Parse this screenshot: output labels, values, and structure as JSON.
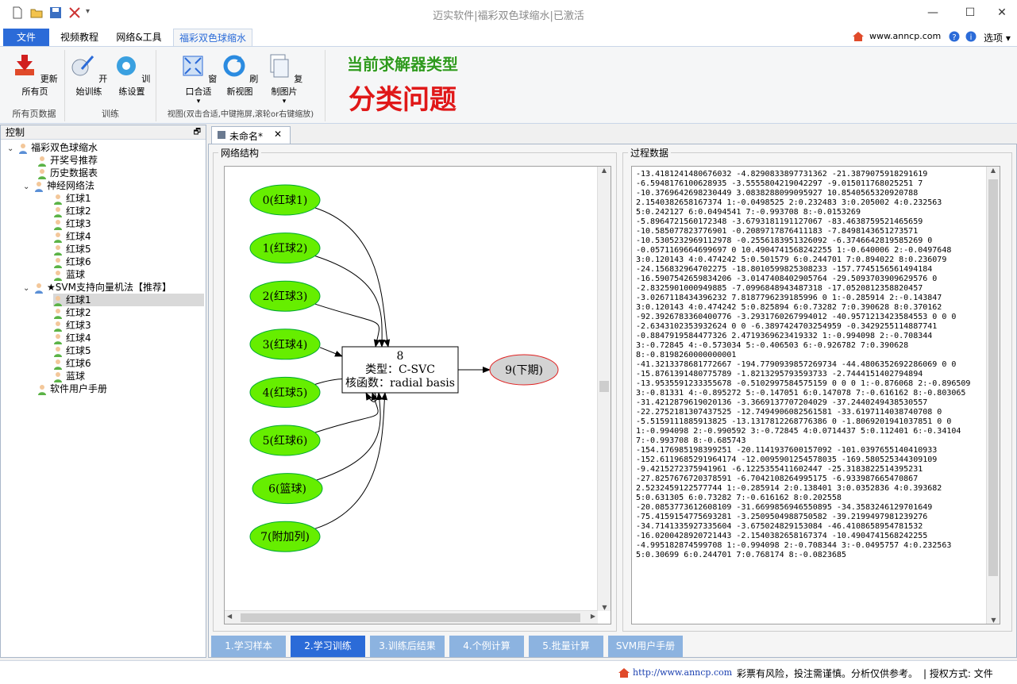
{
  "window": {
    "title": "迈实软件|福彩双色球缩水|已激活"
  },
  "ribbon_tabs": [
    {
      "label": "文件"
    },
    {
      "label": "视频教程"
    },
    {
      "label": "网络&工具"
    },
    {
      "label": "福彩双色球缩水"
    }
  ],
  "header_right": {
    "site": "www.anncp.com",
    "options": "选项"
  },
  "ribbon": {
    "groups": [
      {
        "label": "所有页数据",
        "buttons": [
          "更新所有页"
        ]
      },
      {
        "label": "训练",
        "buttons": [
          "开始训练",
          "训练设置"
        ]
      },
      {
        "label": "视图(双击合适,中键拖屏,滚轮or右键缩放)",
        "buttons": [
          "窗口合适",
          "刷新视图",
          "复制图片"
        ]
      }
    ],
    "banner": {
      "line1": "当前求解器类型",
      "line2": "分类问题"
    }
  },
  "left_panel": {
    "title": "控制",
    "tree": [
      {
        "label": "福彩双色球缩水",
        "level": 0,
        "expanded": true
      },
      {
        "label": "开奖号推荐",
        "level": 1
      },
      {
        "label": "历史数据表",
        "level": 1
      },
      {
        "label": "神经网络法",
        "level": 1,
        "expanded": true
      },
      {
        "label": "红球1",
        "level": 2
      },
      {
        "label": "红球2",
        "level": 2
      },
      {
        "label": "红球3",
        "level": 2
      },
      {
        "label": "红球4",
        "level": 2
      },
      {
        "label": "红球5",
        "level": 2
      },
      {
        "label": "红球6",
        "level": 2
      },
      {
        "label": "蓝球",
        "level": 2
      },
      {
        "label": "★SVM支持向量机法【推荐】",
        "level": 1,
        "expanded": true
      },
      {
        "label": "红球1",
        "level": 2,
        "selected": true
      },
      {
        "label": "红球2",
        "level": 2
      },
      {
        "label": "红球3",
        "level": 2
      },
      {
        "label": "红球4",
        "level": 2
      },
      {
        "label": "红球5",
        "level": 2
      },
      {
        "label": "红球6",
        "level": 2
      },
      {
        "label": "蓝球",
        "level": 2
      },
      {
        "label": "软件用户手册",
        "level": 1
      }
    ]
  },
  "doc_tab": {
    "label": "未命名*"
  },
  "network": {
    "legend": "网络结构",
    "inputs": [
      "0(红球1)",
      "1(红球2)",
      "2(红球3)",
      "3(红球4)",
      "4(红球5)",
      "5(红球6)",
      "6(篮球)",
      "7(附加列)"
    ],
    "center": {
      "id": "8",
      "type_line": "类型：C-SVC",
      "kernel_line": "核函数：radial basis"
    },
    "output": "9(下期)"
  },
  "process": {
    "legend": "过程数据",
    "lines": [
      "-13.4181241480676032 -4.8290833897731362 -21.3879075918291619",
      "-6.5948176100628935 -3.5555804219042297 -9.015011768025251 7",
      "-10.3769642698230449 3.0838288099095927 10.8540565320920788",
      "2.1540382658167374 1:-0.0498525 2:0.232483 3:0.205002 4:0.232563",
      "5:0.242127 6:0.0494541 7:-0.993708 8:-0.0153269",
      "-5.8964721560172348 -3.6793181191127067 -83.4638759521465659",
      "-10.585077823776901 -0.2089717876411183 -7.8498143651273571",
      "-10.5305232969112978 -0.2556183951326092 -6.3746642819585269 0",
      "-0.0571169664699697 0 10.4904741568242255 1:-0.640006 2:-0.0497648",
      "3:0.120143 4:0.474242 5:0.501579 6:0.244701 7:0.894022 8:0.236079",
      "-24.156832964702275 -18.8010599825308233 -157.7745156561494184",
      "-16.5907542659834206 -3.0147408402905764 -29.5093703909629576 0",
      "-2.8325901000949885 -7.0996848943487318 -17.0520812358820457",
      "-3.0267118434396232 7.8187796239185996 0 1:-0.285914 2:-0.143847",
      "3:0.120143 4:0.474242 5:0.825894 6:0.73282 7:0.390628 8:0.370162",
      "-92.3926783360400776 -3.2931760267994012 -40.9571213423584553 0 0 0",
      "-2.6343102353932624 0 0 -6.3897424703254959 -0.3429255114887741",
      "-0.8847919584477326 2.4719369623419332 1:-0.994098 2:-0.708344",
      "3:-0.72845 4:-0.573034 5:-0.406503 6:-0.926782 7:0.390628",
      "8:-0.8198260000000001",
      "-41.3213378681772667 -194.7790939857269734 -44.4806352692286069 0 0",
      "-15.8761391480775789 -1.8213295793593733 -2.7444151402794894",
      "-13.9535591233355678 -0.5102997584575159 0 0 0 1:-0.876068 2:-0.896509",
      "3:-0.81331 4:-0.895272 5:-0.147051 6:0.147078 7:-0.616162 8:-0.803065",
      "-31.4212879619020136 -3.3669137707204029 -37.2440249438530557",
      "-22.2752181307437525 -12.7494906082561581 -33.6197114038740708 0",
      "-5.5159111885913825 -13.1317812268776386 0 -1.8069201941037851 0 0",
      "1:-0.994098 2:-0.990592 3:-0.72845 4:0.0714437 5:0.112401 6:-0.34104",
      "7:-0.993708 8:-0.685743",
      "-154.176985198399251 -20.1141937600157092 -101.0397655140410933",
      "-152.6119685291964174 -12.0095901254578035 -169.580525344309109",
      "-9.4215272375941961 -6.1225355411602447 -25.3183822514395231",
      "-27.8257676720378591 -6.7042108264995175 -6.933987665470867",
      "2.5232459122577744 1:-0.285914 2:0.138401 3:0.0352836 4:0.393682",
      "5:0.631305 6:0.73282 7:-0.616162 8:0.202558",
      "-20.0853773612608109 -31.6699856946550895 -34.3583246129701649",
      "-75.4159154775693281 -3.2509504988750582 -39.2199497981239276",
      "-34.7141335927335604 -3.675024829153084 -46.4108658954781532",
      "-16.0200428920721443 -2.1540382658167374 -10.4904741568242255",
      "-4.995182874599708 1:-0.994098 2:-0.708344 3:-0.0495757 4:0.232563",
      "5:0.30699 6:0.244701 7:0.768174 8:-0.0823685"
    ]
  },
  "bottom_tabs": [
    {
      "label": "1.学习样本",
      "active": false
    },
    {
      "label": "2.学习训练",
      "active": true
    },
    {
      "label": "3.训练后结果",
      "active": false
    },
    {
      "label": "4.个例计算",
      "active": false
    },
    {
      "label": "5.批量计算",
      "active": false
    },
    {
      "label": "SVM用户手册",
      "active": false
    }
  ],
  "status": {
    "url": "http://www.anncp.com",
    "notice": "彩票有风险，投注需谨慎。分析仅供参考。",
    "auth": "| 授权方式: 文件"
  },
  "colors": {
    "accent": "#2b6bd8",
    "node_green": "#66ee00",
    "tab_inactive": "#8cb3e0"
  }
}
